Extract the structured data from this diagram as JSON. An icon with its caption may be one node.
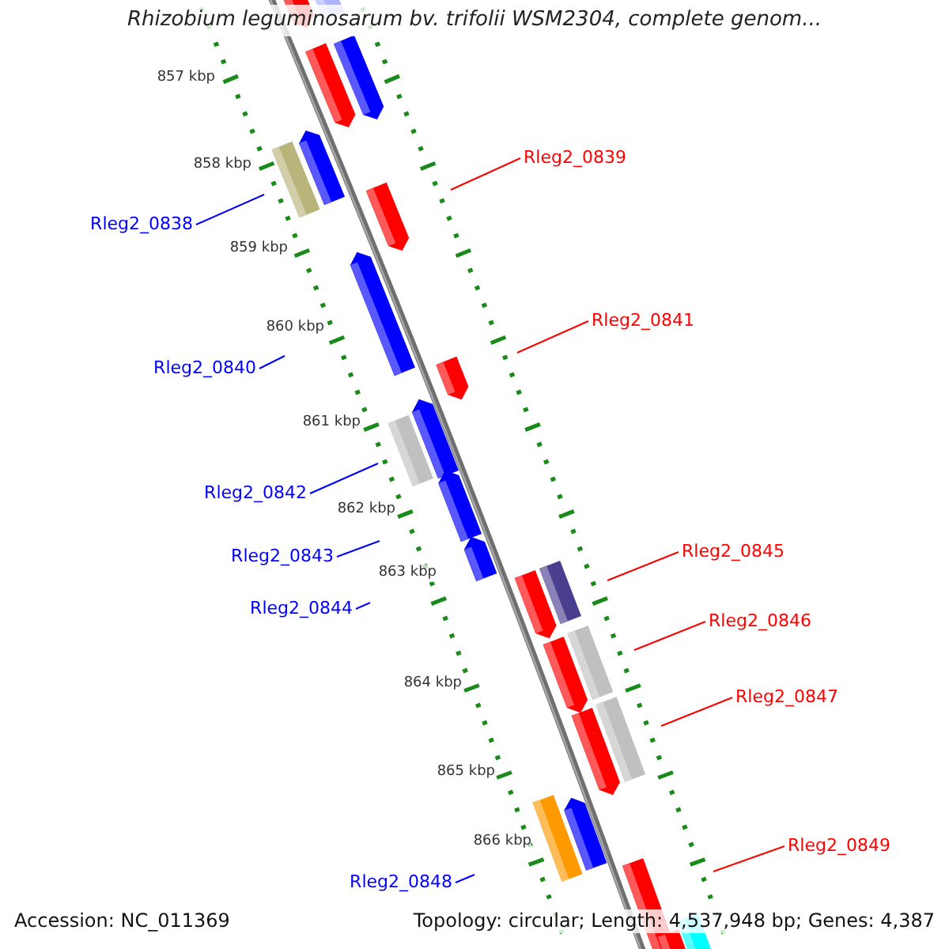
{
  "diagram": {
    "title": "Rhizobium leguminosarum bv. trifolii WSM2304, complete genom...",
    "nodes": [
      {
        "text": [
          "Rleg2_0839"
        ]
      },
      {
        "text": [
          "Rleg2_0838"
        ]
      },
      {
        "text": [
          "Rleg2_0841"
        ]
      },
      {
        "text": [
          "Rleg2_0840"
        ]
      },
      {
        "text": [
          "Rleg2_0842"
        ]
      },
      {
        "text": [
          "Rleg2_0843"
        ]
      },
      {
        "text": [
          "Rleg2_0845"
        ]
      },
      {
        "text": [
          "Rleg2_0844"
        ]
      },
      {
        "text": [
          "Rleg2_0846"
        ]
      },
      {
        "text": [
          "Rleg2_0847"
        ]
      },
      {
        "text": [
          "Rleg2_0849"
        ]
      },
      {
        "text": [
          "Rleg2_0848"
        ]
      }
    ],
    "edges": [
      {
        "from": 0,
        "to": null,
        "arrow": "none",
        "color": "#ff0000"
      },
      {
        "from": 1,
        "to": null,
        "arrow": "none",
        "color": "#0000ff"
      },
      {
        "from": 2,
        "to": null,
        "arrow": "none",
        "color": "#ff0000"
      },
      {
        "from": 3,
        "to": null,
        "arrow": "none",
        "color": "#0000ff"
      },
      {
        "from": 4,
        "to": null,
        "arrow": "none",
        "color": "#0000ff"
      },
      {
        "from": 5,
        "to": null,
        "arrow": "none",
        "color": "#0000ff"
      },
      {
        "from": 6,
        "to": null,
        "arrow": "none",
        "color": "#ff0000"
      },
      {
        "from": 7,
        "to": null,
        "arrow": "none",
        "color": "#0000ff"
      },
      {
        "from": 8,
        "to": null,
        "arrow": "none",
        "color": "#ff0000"
      },
      {
        "from": 9,
        "to": null,
        "arrow": "none",
        "color": "#ff0000"
      },
      {
        "from": 10,
        "to": null,
        "arrow": "none",
        "color": "#ff0000"
      },
      {
        "from": 11,
        "to": null,
        "arrow": "none",
        "color": "#0000ff"
      }
    ],
    "labels": [
      "857 kbp",
      "858 kbp",
      "859 kbp",
      "860 kbp",
      "861 kbp",
      "862 kbp",
      "863 kbp",
      "864 kbp",
      "865 kbp",
      "866 kbp",
      "Accession: NC_011369",
      "Topology: circular; Length: 4,537,948 bp; Genes: 4,387"
    ]
  }
}
